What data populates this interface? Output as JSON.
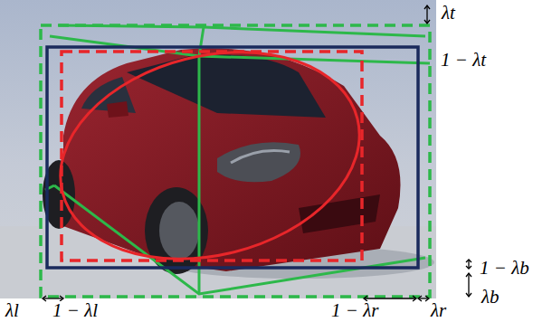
{
  "diagram": {
    "labels": [
      "λt",
      "1 − λt",
      "1 − λb",
      "λb",
      "λl",
      "1 − λl",
      "1 − λr",
      "λr"
    ]
  }
}
